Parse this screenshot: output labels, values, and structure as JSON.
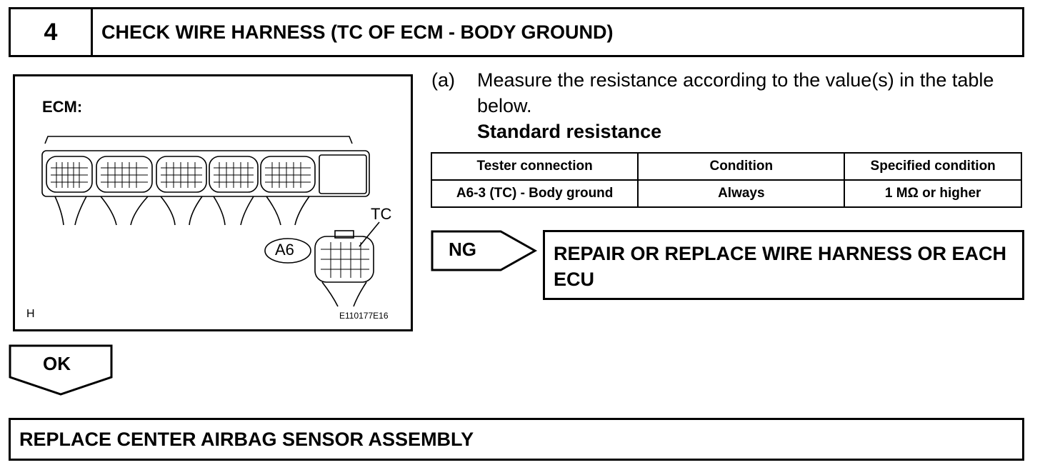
{
  "step": {
    "number": "4",
    "title": "CHECK WIRE HARNESS (TC OF ECM - BODY GROUND)"
  },
  "figure": {
    "ecm_label": "ECM:",
    "connector_label": "A6",
    "pin_label": "TC",
    "corner_mark": "H",
    "figure_id": "E110177E16"
  },
  "instruction": {
    "marker": "(a)",
    "text": "Measure the resistance according to the value(s) in the table below.",
    "heading": "Standard resistance"
  },
  "table": {
    "headers": [
      "Tester connection",
      "Condition",
      "Specified condition"
    ],
    "rows": [
      [
        "A6-3 (TC) - Body ground",
        "Always",
        "1 MΩ or higher"
      ]
    ]
  },
  "ng": {
    "label": "NG",
    "action": "REPAIR OR REPLACE WIRE HARNESS OR EACH ECU"
  },
  "ok": {
    "label": "OK",
    "next_step": "REPLACE CENTER AIRBAG SENSOR ASSEMBLY"
  }
}
